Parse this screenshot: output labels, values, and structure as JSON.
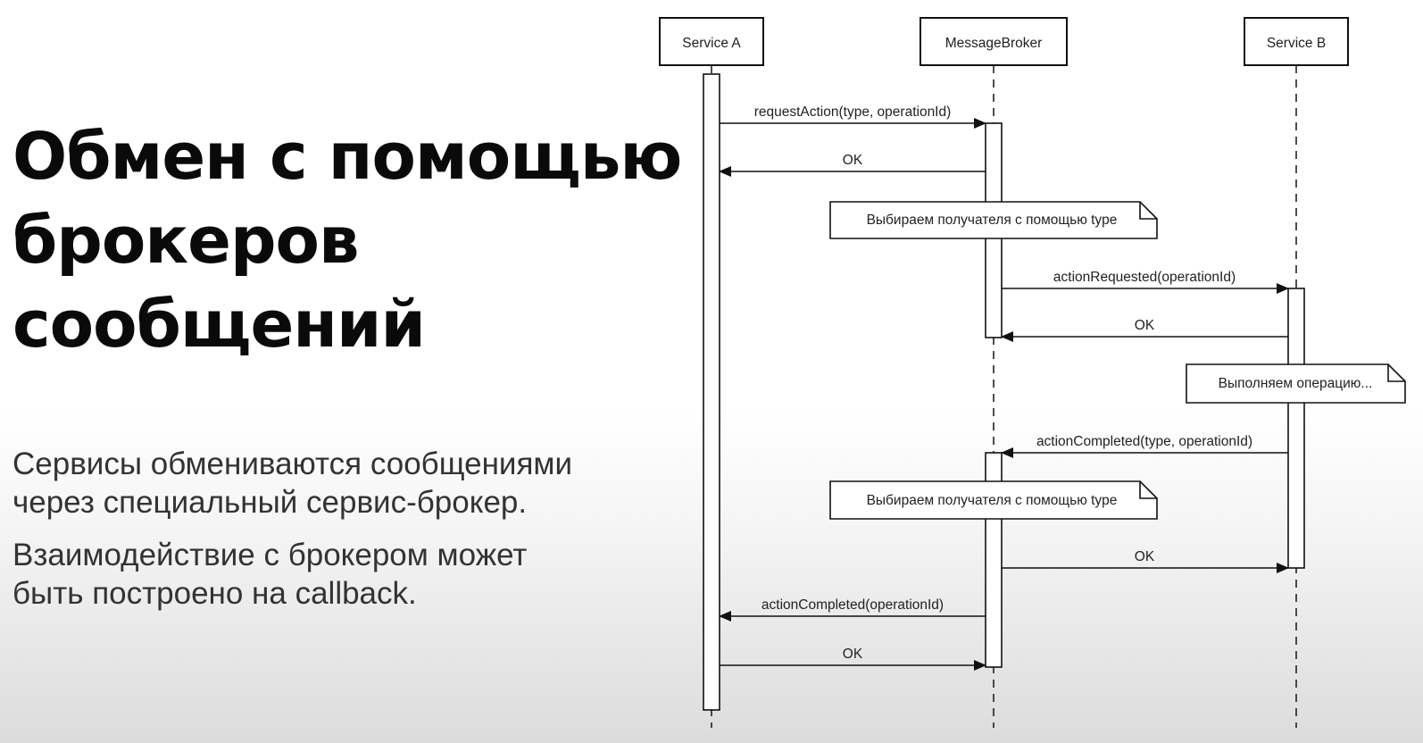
{
  "title": [
    "Обмен с помощью",
    "брокеров",
    "сообщений"
  ],
  "paragraph1": [
    "Сервисы обмениваются сообщениями",
    "через специальный сервис-брокер."
  ],
  "paragraph2": [
    "Взаимодействие с брокером может",
    "быть построено на callback."
  ],
  "diagram": {
    "participants": [
      "Service A",
      "MessageBroker",
      "Service B"
    ],
    "messages": [
      {
        "from": 0,
        "to": 1,
        "label": "requestAction(type, operationId)",
        "kind": "call"
      },
      {
        "from": 1,
        "to": 0,
        "label": "OK",
        "kind": "return"
      },
      {
        "from": 1,
        "to": 2,
        "label": "actionRequested(operationId)",
        "kind": "call"
      },
      {
        "from": 2,
        "to": 1,
        "label": "OK",
        "kind": "return"
      },
      {
        "from": 2,
        "to": 1,
        "label": "actionCompleted(type, operationId)",
        "kind": "call"
      },
      {
        "from": 1,
        "to": 2,
        "label": "OK",
        "kind": "return"
      },
      {
        "from": 1,
        "to": 0,
        "label": "actionCompleted(operationId)",
        "kind": "call"
      },
      {
        "from": 0,
        "to": 1,
        "label": "OK",
        "kind": "return"
      }
    ],
    "notes": [
      {
        "over": 1,
        "text": "Выбираем получателя с помощью type"
      },
      {
        "over": 2,
        "text": "Выполняем операцию..."
      },
      {
        "over": 1,
        "text": "Выбираем получателя с помощью type"
      }
    ]
  }
}
